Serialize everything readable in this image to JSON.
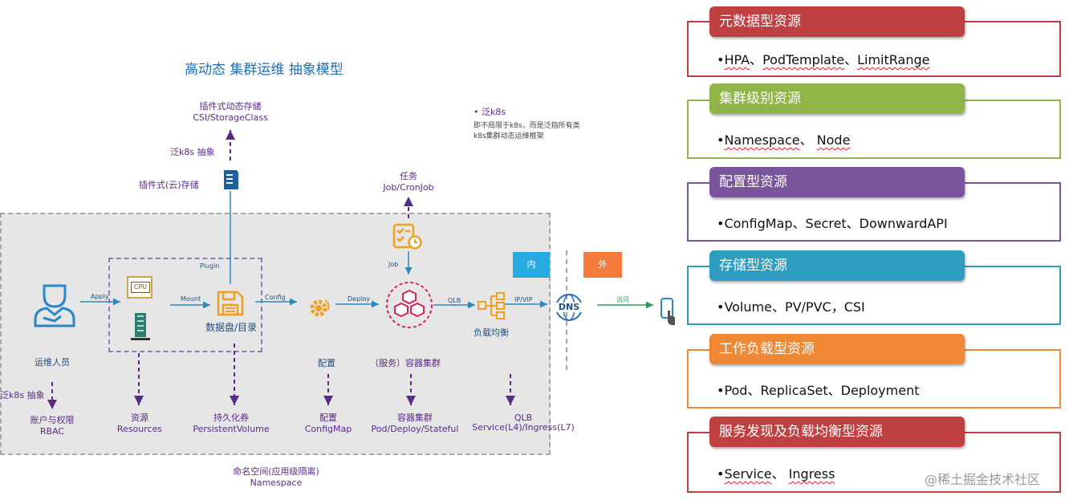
{
  "diagram": {
    "title": "高动态 集群运维 抽象模型",
    "fan_k8s": {
      "head": "• 泛k8s",
      "line1": "即不局限于k8s，而是泛指所有类",
      "line2": "k8s集群动态运维框架"
    },
    "plugin_storage_top": {
      "line1": "插件式动态存储",
      "line2": "CSI/StorageClass"
    },
    "fan_abstract_label": "泛k8s 抽象",
    "cloud_storage_label": "插件式(云)存储",
    "task": {
      "line1": "任务",
      "line2": "Job/CronJob"
    },
    "inner_tag": "内",
    "outer_tag": "外",
    "edges": {
      "apply": "Apply",
      "plugin": "Plugin",
      "mount": "Mount",
      "config": "Config",
      "deploy": "Deploy",
      "job": "Job",
      "qlb": "QLB",
      "ipvip": "IP/VIP",
      "visit": "访问"
    },
    "nodes": {
      "ops_person": "运维人员",
      "data_disk": "数据盘/目录",
      "config": "配置",
      "container_cluster": "（服务）容器集群",
      "load_balance": "负载均衡",
      "dns": "DNS",
      "cpu": "CPU"
    },
    "bottom": {
      "fan_abstract": "泛k8s 抽象",
      "account": {
        "line1": "账户与权限",
        "line2": "RBAC"
      },
      "resources": {
        "line1": "资源",
        "line2": "Resources"
      },
      "pv": {
        "line1": "持久化券",
        "line2": "PersistentVolume"
      },
      "configmap": {
        "line1": "配置",
        "line2": "ConfigMap"
      },
      "workload": {
        "line1": "容器集群",
        "line2": "Pod/Deploy/Stateful"
      },
      "qlb": {
        "line1": "QLB",
        "line2": "Service(L4)/Ingress(L7)"
      },
      "namespace": {
        "line1": "命名空间(应用级隔离)",
        "line2": "Namespace"
      }
    }
  },
  "categories": [
    {
      "title": "元数据型资源",
      "items": [
        "•",
        "HPA",
        "、",
        "PodTemplate",
        "、",
        "LimitRange"
      ],
      "color": "#bf4040"
    },
    {
      "title": "集群级别资源",
      "items": [
        "•",
        "Namespace",
        "、 ",
        "Node"
      ],
      "color": "#8fb447"
    },
    {
      "title": "配置型资源",
      "items": [
        "•",
        "ConfigMap、Secret、DownwardAPI"
      ],
      "color": "#7a559c"
    },
    {
      "title": "存储型资源",
      "items": [
        "•",
        "Volume、PV/PVC，CSI"
      ],
      "color": "#2e9dbf"
    },
    {
      "title": "工作负载型资源",
      "items": [
        "•",
        "Pod、ReplicaSet、Deployment"
      ],
      "color": "#f08833"
    },
    {
      "title": "服务发现及负载均衡型资源",
      "items": [
        "•",
        "Service",
        "、 ",
        "Ingress"
      ],
      "color": "#bf4040"
    }
  ],
  "watermark": "@稀土掘金技术社区",
  "colors": {
    "purple": "#5b2a86",
    "blue": "#1f6fb2",
    "orange": "#f0a020",
    "pink": "#d6245e",
    "green": "#2a9d5c"
  }
}
